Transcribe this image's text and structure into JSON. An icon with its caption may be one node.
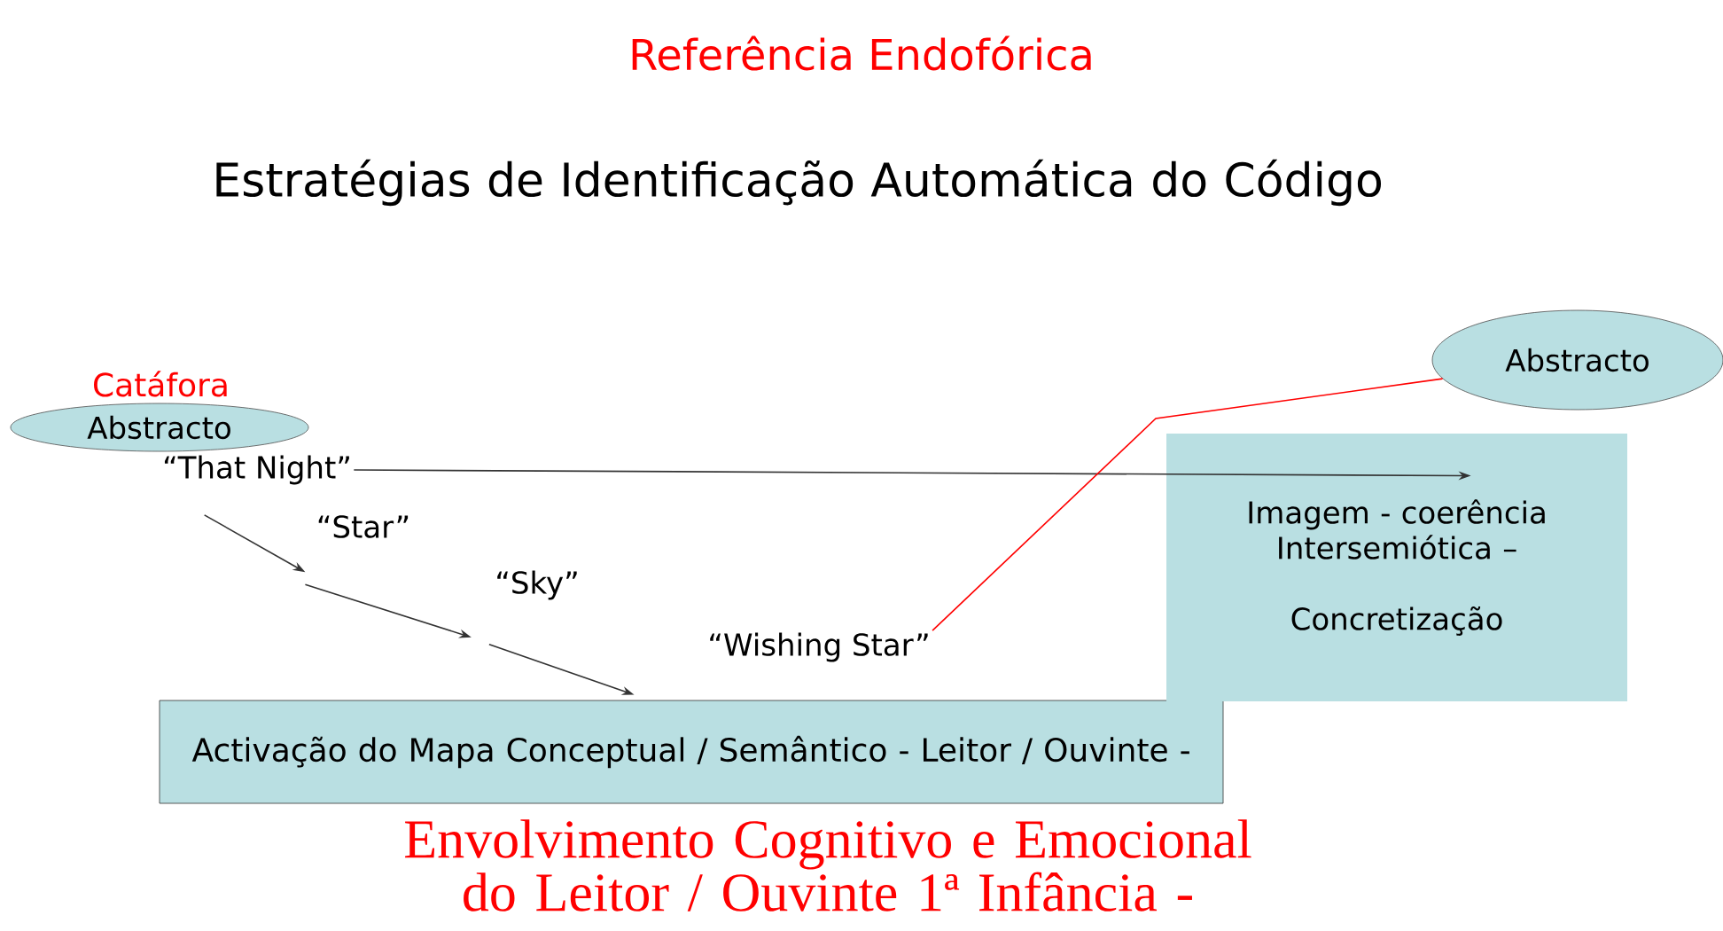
{
  "diagram": {
    "title": "Referência Endofórica",
    "nodes": [
      {
        "text": [
          "Abstracto"
        ],
        "beside": [
          "Catáfora"
        ]
      },
      {
        "text": [
          "“That Night”"
        ]
      },
      {
        "text": [
          "“Star”"
        ]
      },
      {
        "text": [
          "“Sky”"
        ]
      },
      {
        "text": [
          "“Wishing Star”"
        ]
      },
      {
        "text": [
          "Activação do Mapa Conceptual / Semântico - Leitor / Ouvinte -"
        ]
      },
      {
        "text": [
          "Imagem - coerência Intersemiótica –",
          "Concretização"
        ]
      },
      {
        "text": [
          "Abstracto"
        ]
      }
    ],
    "edges": [
      {
        "from": 1,
        "to": 2,
        "arrow": "to"
      },
      {
        "from": 2,
        "to": 3,
        "arrow": "to"
      },
      {
        "from": 3,
        "to": 5,
        "arrow": "to"
      },
      {
        "from": 1,
        "to": 6,
        "arrow": "to"
      },
      {
        "from": 4,
        "to": 7,
        "arrow": "none",
        "color": "#ff0000"
      }
    ],
    "labels": [
      "Estratégias de Identificação Automática do Código",
      "Envolvimento Cognitivo e Emocional do Leitor / Ouvinte 1ª Infância -"
    ]
  }
}
